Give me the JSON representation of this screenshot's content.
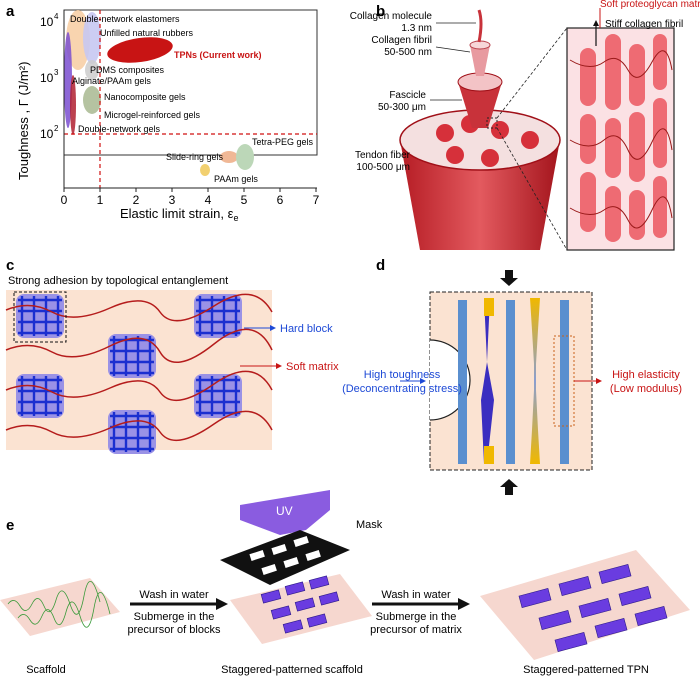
{
  "panels": {
    "a": "a",
    "b": "b",
    "c": "c",
    "d": "d",
    "e": "e"
  },
  "panel_a": {
    "ylabel": "Toughness , Γ (J/m²)",
    "xlabel": "Elastic limit strain, ε",
    "xlabel_sub": "e",
    "x_ticks": [
      "0",
      "1",
      "2",
      "3",
      "4",
      "5",
      "6",
      "7"
    ],
    "y_ticks": [
      "10",
      "10",
      "10"
    ],
    "y_tick_exps": [
      "2",
      "3",
      "4"
    ],
    "labels": {
      "double_network_elastomers": "Double-network elastomers",
      "unfilled_rubbers": "Unfilled natural rubbers",
      "tpns": "TPNs (Current work)",
      "pdms": "PDMS composites",
      "alginate": "Alginate/PAAm gels",
      "nanocomposite": "Nanocomposite gels",
      "microgel": "Microgel-reinforced gels",
      "double_network_gels": "Double-network gels",
      "tetra_peg": "Tetra-PEG gels",
      "slide_ring": "Slide-ring gels",
      "paam": "PAAm gels"
    },
    "colors": {
      "tpns": "#c81414",
      "dashed": "#d01010"
    }
  },
  "panel_b": {
    "collagen_molecule": "Collagen molecule",
    "collagen_molecule_size": "1.3 nm",
    "collagen_fibril": "Collagen fibril",
    "collagen_fibril_size": "50-500 nm",
    "fascicle": "Fascicle",
    "fascicle_size": "50-300 μm",
    "tendon_fiber": "Tendon fiber",
    "tendon_fiber_size": "100-500 μm",
    "soft_matrix": "Soft proteoglycan matrix",
    "stiff_fibril": "Stiff collagen fibril"
  },
  "panel_c": {
    "title": "Strong adhesion by topological entanglement",
    "hard_block": "Hard block",
    "soft_matrix": "Soft matrix"
  },
  "panel_d": {
    "toughness_1": "High toughness",
    "toughness_2": "(Deconcentrating stress)",
    "elasticity_1": "High elasticity",
    "elasticity_2": "(Low modulus)"
  },
  "panel_e": {
    "uv": "UV",
    "mask": "Mask",
    "step1_top": "Wash in water",
    "step1_bottom_1": "Submerge in the",
    "step1_bottom_2": "precursor of blocks",
    "step2_top": "Wash in water",
    "step2_bottom_1": "Submerge in the",
    "step2_bottom_2": "precursor of matrix",
    "label_scaffold": "Scaffold",
    "label_staggered_scaffold": "Staggered-patterned scaffold",
    "label_tpn": "Staggered-patterned TPN"
  }
}
